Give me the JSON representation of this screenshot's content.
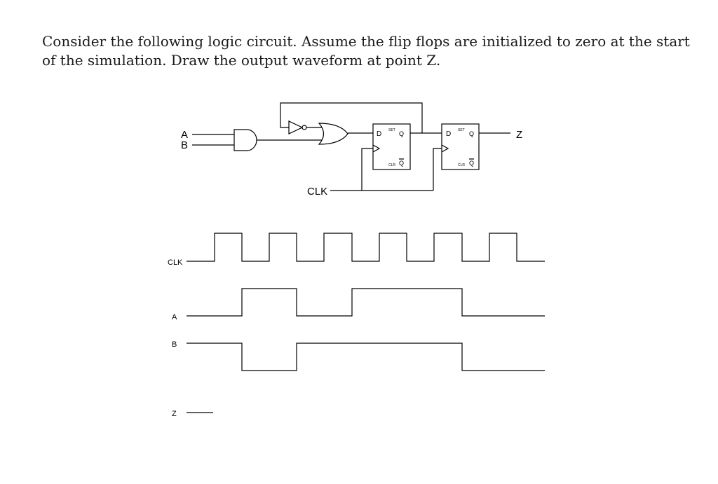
{
  "question": {
    "line1": "Consider the following logic circuit. Assume the flip flops are initialized to zero at the start",
    "line2": "of the simulation. Draw the output waveform at point Z."
  },
  "circuit": {
    "input_a": "A",
    "input_b": "B",
    "clock": "CLK",
    "output": "Z",
    "ff1": {
      "d": "D",
      "q": "Q",
      "qbar": "Q",
      "set": "SET",
      "clr": "CLR"
    },
    "ff2": {
      "d": "D",
      "q": "Q",
      "qbar": "Q",
      "set": "SET",
      "clr": "CLR"
    }
  },
  "timing": {
    "labels": {
      "clk": "CLK",
      "a": "A",
      "b": "B",
      "z": "Z"
    }
  }
}
